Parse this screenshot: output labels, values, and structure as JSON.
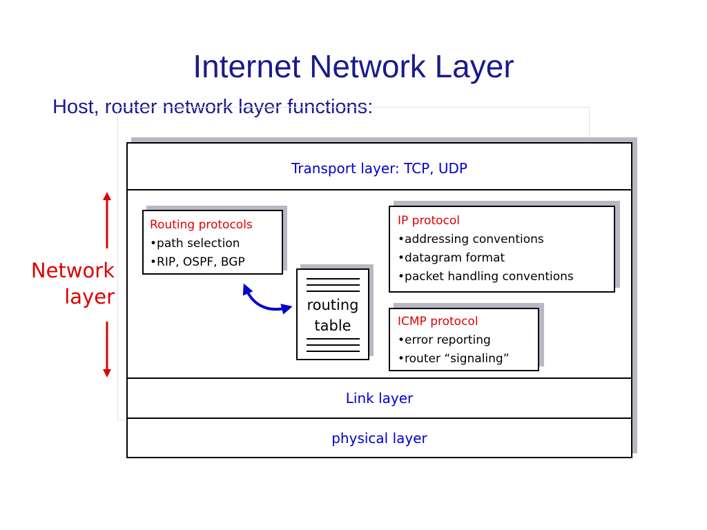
{
  "title": "Internet Network Layer",
  "subtitle": "Host, router network layer functions:",
  "layers": {
    "transport": "Transport layer: TCP, UDP",
    "link": "Link layer",
    "physical": "physical layer"
  },
  "network_label": {
    "line1": "Network",
    "line2": "layer"
  },
  "routing": {
    "head": "Routing protocols",
    "items": [
      "•path selection",
      "•RIP, OSPF, BGP"
    ]
  },
  "ip": {
    "head": "IP protocol",
    "items": [
      "•addressing conventions",
      "•datagram format",
      "•packet handling conventions"
    ]
  },
  "icmp": {
    "head": "ICMP protocol",
    "items": [
      "•error reporting",
      "•router “signaling”"
    ]
  },
  "routing_table": {
    "line1": "routing",
    "line2": "table"
  },
  "colors": {
    "title": "#1a1a8c",
    "layer_text": "#0000cc",
    "accent_red": "#dd0000",
    "arrow_blue": "#0000cc"
  }
}
